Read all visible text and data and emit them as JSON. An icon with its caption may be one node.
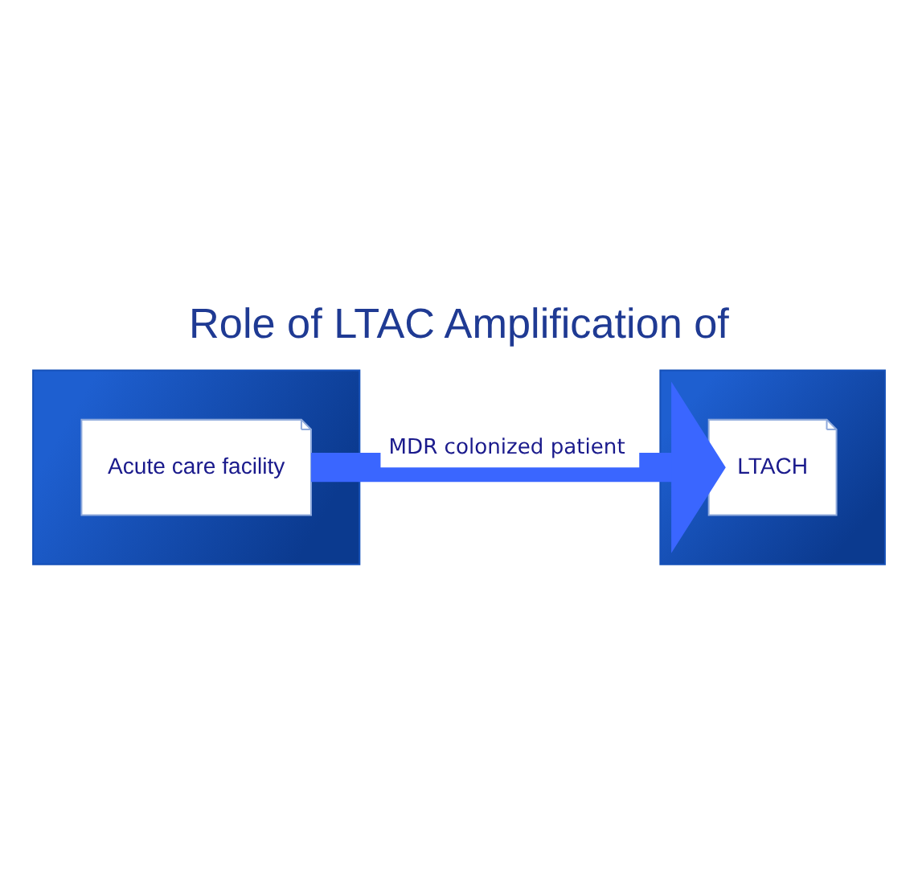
{
  "diagram": {
    "title": "Role of LTAC Amplification of",
    "nodes": [
      {
        "text": [],
        "shape": "box"
      },
      {
        "text": [
          "Acute care facility"
        ],
        "in": 0
      },
      {
        "text": [],
        "shape": "box"
      },
      {
        "text": [
          "LTACH"
        ],
        "in": 2
      }
    ],
    "edges": [
      {
        "from": 1,
        "to": 3,
        "arrow": "to",
        "label": "MDR colonized patient"
      }
    ]
  }
}
